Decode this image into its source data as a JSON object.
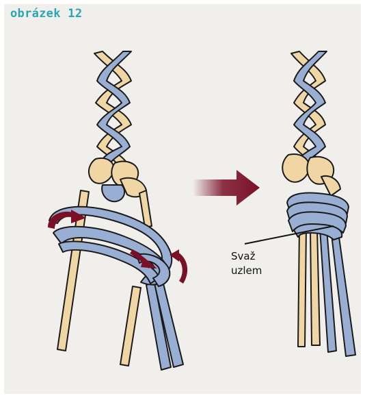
{
  "figure": {
    "title": "obrázek 12",
    "callout_line1": "Svaž",
    "callout_line2": "uzlem"
  },
  "colors": {
    "background": "#f1efec",
    "title": "#2aa5b3",
    "cord_tan": "#f0d6a4",
    "cord_blue": "#99aed3",
    "arrow_red": "#7a1028",
    "outline": "#1a1a1a"
  },
  "icons": [
    "rotate-arrow-icon",
    "direction-arrow-icon"
  ]
}
